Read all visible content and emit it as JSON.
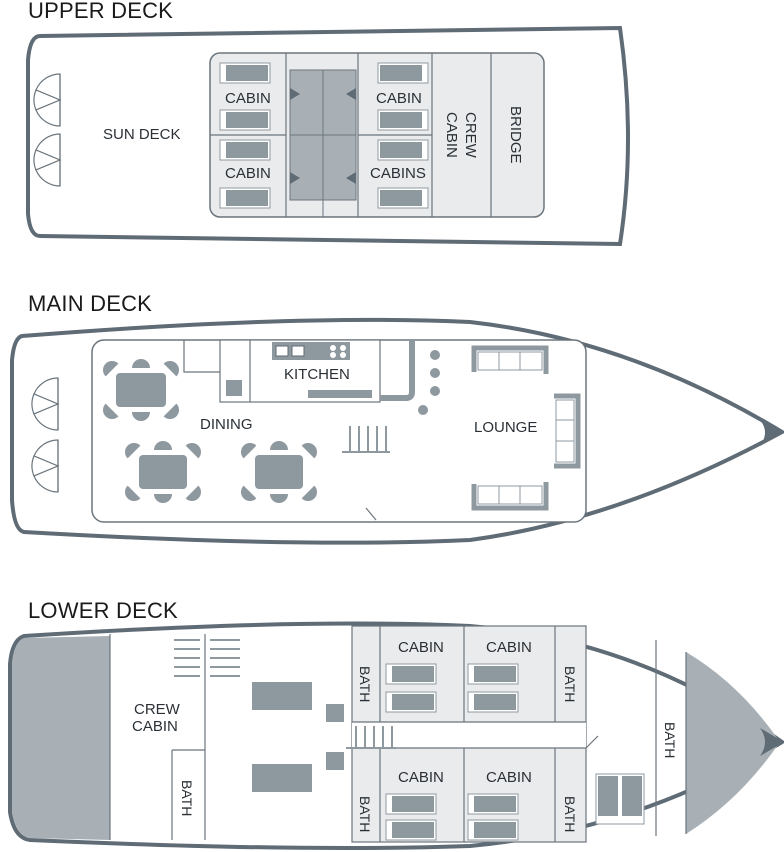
{
  "decks": {
    "upper": {
      "title": "UPPER DECK",
      "labels": {
        "sun_deck": "SUN DECK",
        "cabin_tl": "CABIN",
        "cabin_bl": "CABIN",
        "cabin_tr": "CABIN",
        "cabins_br": "CABINS",
        "crew_1": "CREW",
        "crew_2": "CABIN",
        "bridge": "BRIDGE"
      }
    },
    "main": {
      "title": "MAIN DECK",
      "labels": {
        "kitchen": "KITCHEN",
        "dining": "DINING",
        "lounge": "LOUNGE"
      }
    },
    "lower": {
      "title": "LOWER DECK",
      "labels": {
        "crew_1": "CREW",
        "crew_2": "CABIN",
        "bath_crew": "BATH",
        "bath_l_top": "BATH",
        "bath_l_bot": "BATH",
        "cabin_1": "CABIN",
        "cabin_2": "CABIN",
        "cabin_3": "CABIN",
        "cabin_4": "CABIN",
        "bath_r_top": "BATH",
        "bath_r_bot": "BATH",
        "bath_bow": "BATH"
      }
    }
  },
  "colors": {
    "hull": "#5f6b75",
    "room_fill": "#e9ebed",
    "furniture": "#8e989f",
    "line": "#6b757d",
    "bow": "#a8b0b6"
  }
}
